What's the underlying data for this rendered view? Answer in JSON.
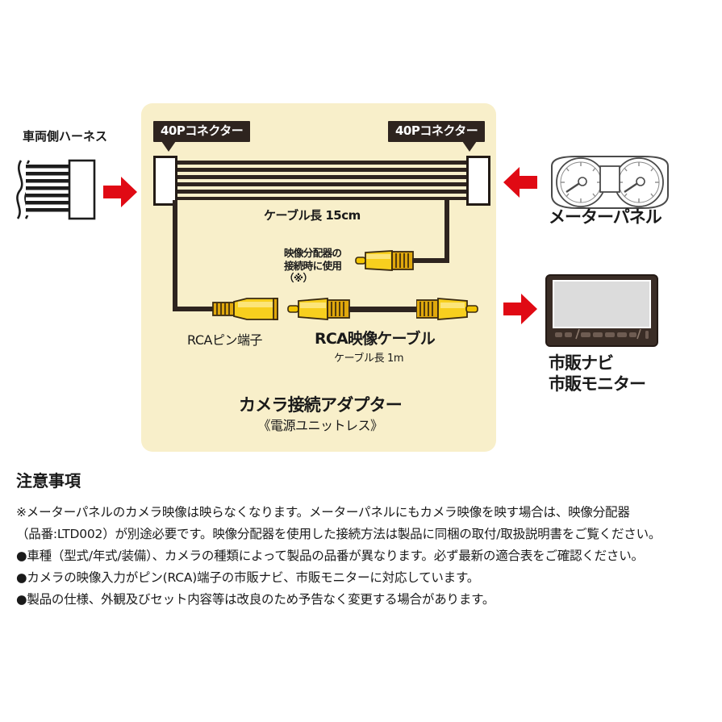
{
  "diagram": {
    "panel_bg": "#f8efca",
    "accent_red": "#e00a14",
    "badge_bg": "#2e241f",
    "connector_left": {
      "label": "40Pコネクター"
    },
    "connector_right": {
      "label": "40Pコネクター"
    },
    "cable_length_main": "ケーブル長 15cm",
    "splitter_note": {
      "line1": "映像分配器の",
      "line2": "接続時に使用",
      "line3": "（※）"
    },
    "rca_pin_label": "RCAピン端子",
    "rca_cable_label": "RCA映像ケーブル",
    "rca_cable_length": "ケーブル長 1m",
    "product_title": "カメラ接続アダプター",
    "product_subtitle": "《電源ユニットレス》"
  },
  "devices": {
    "harness_label": "車両側ハーネス",
    "meter_panel_label": "メーターパネル",
    "navi_label_line1": "市販ナビ",
    "navi_label_line2": "市販モニター"
  },
  "notes": {
    "title": "注意事項",
    "items": [
      "※メーターパネルのカメラ映像は映らなくなります。メーターパネルにもカメラ映像を映す場合は、映像分配器",
      "（品番:LTD002）が別途必要です。映像分配器を使用した接続方法は製品に同梱の取付/取扱説明書をご覧ください。",
      "●車種（型式/年式/装備）、カメラの種類によって製品の品番が異なります。必ず最新の適合表をご確認ください。",
      "●カメラの映像入力がピン(RCA)端子の市販ナビ、市販モニターに対応しています。",
      "●製品の仕様、外観及びセット内容等は改良のため予告なく変更する場合があります。"
    ]
  }
}
